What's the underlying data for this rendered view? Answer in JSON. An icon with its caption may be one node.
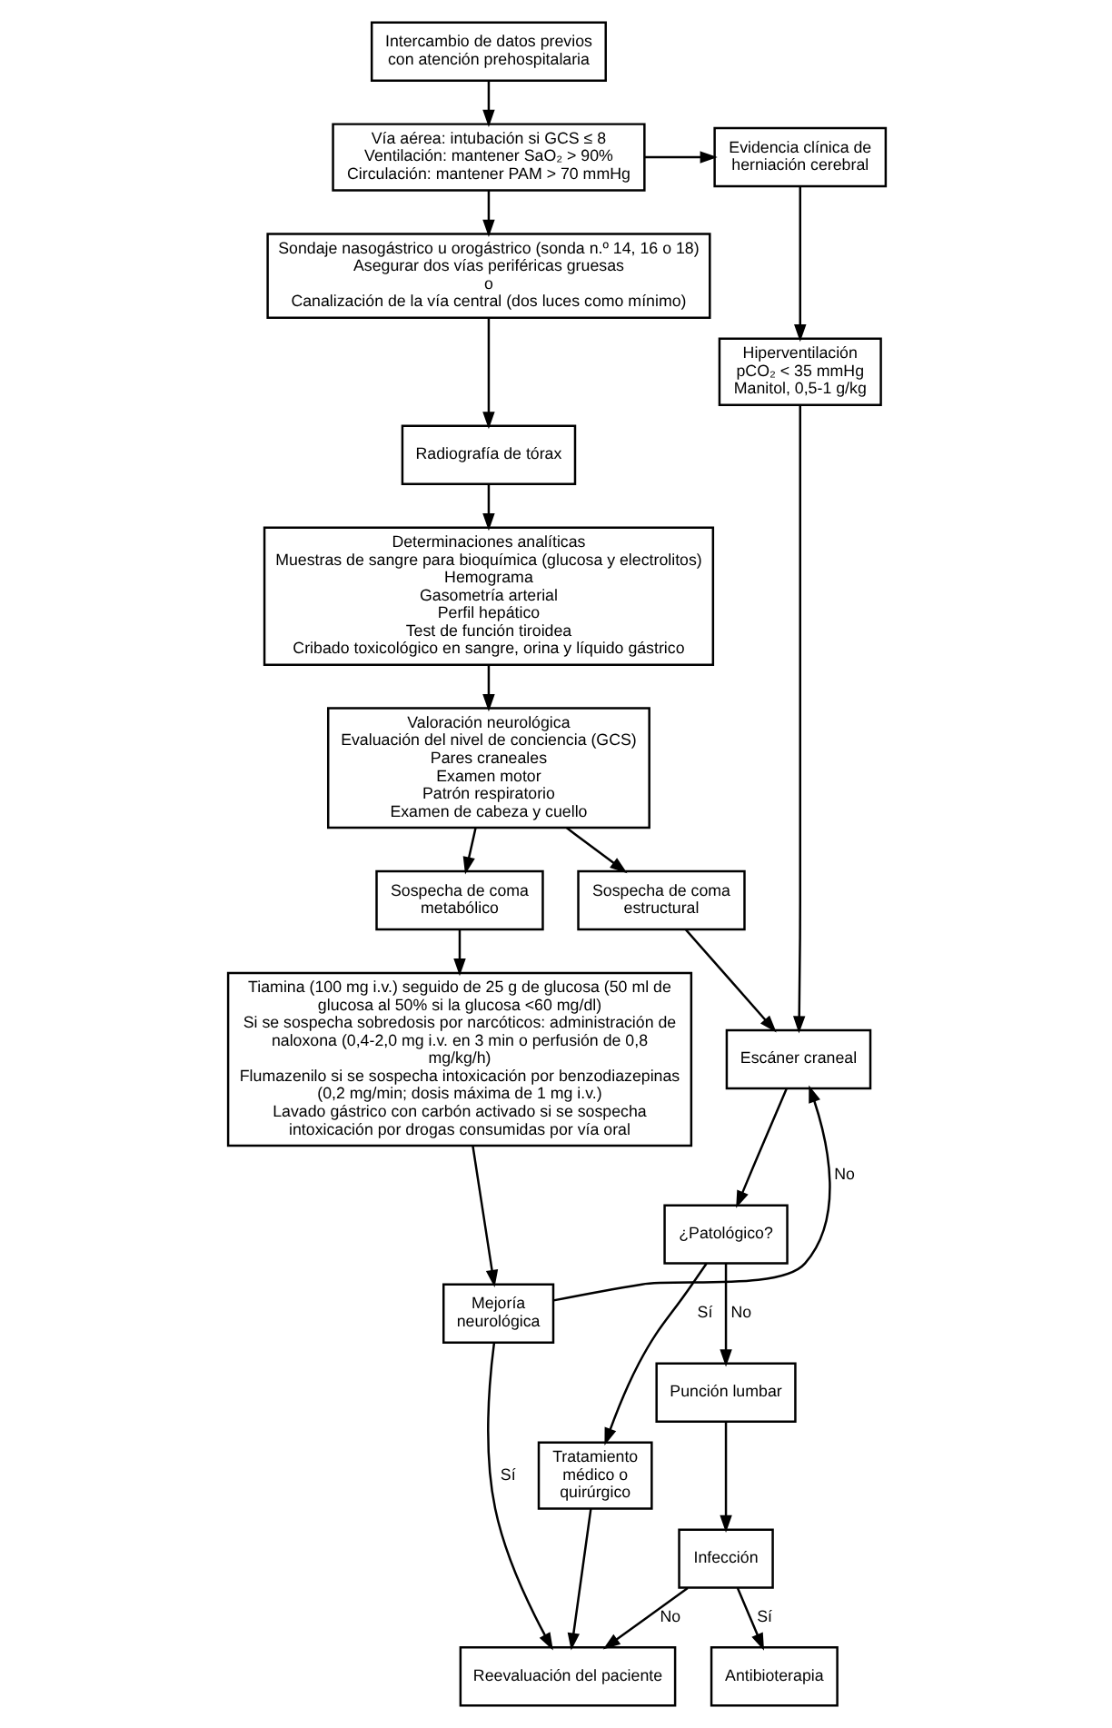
{
  "diagram": {
    "nodes": [
      {
        "text": [
          "Intercambio de datos previos con atención prehospitalaria"
        ]
      },
      {
        "text": [
          "Vía aérea: intubación si GCS ≤ 8",
          "Ventilación: mantener SaO₂ > 90%",
          "Circulación: mantener PAM > 70 mmHg"
        ]
      },
      {
        "text": [
          "Evidencia clínica de herniación cerebral"
        ]
      },
      {
        "text": [
          "Sondaje nasogástrico u orogástrico (sonda n.º 14, 16 o 18)",
          "Asegurar dos vías periféricas gruesas",
          "o",
          "Canalización de la vía central (dos luces como mínimo)"
        ]
      },
      {
        "text": [
          "Radiografía de tórax"
        ]
      },
      {
        "text": [
          "Hiperventilación",
          "pCO₂ < 35 mmHg",
          "Manitol, 0,5-1 g/kg"
        ]
      },
      {
        "text": [
          "Determinaciones analíticas",
          "Muestras de sangre para bioquímica (glucosa y electrolitos)",
          "Hemograma",
          "Gasometría arterial",
          "Perfil hepático",
          "Test de función tiroidea",
          "Cribado toxicológico en sangre, orina y líquido gástrico"
        ]
      },
      {
        "text": [
          "Valoración neurológica",
          "Evaluación del nivel de conciencia (GCS)",
          "Pares craneales",
          "Examen motor",
          "Patrón respiratorio",
          "Examen de cabeza y cuello"
        ]
      },
      {
        "text": [
          "Sospecha de coma metabólico"
        ]
      },
      {
        "text": [
          "Sospecha de coma estructural"
        ]
      },
      {
        "text": [
          "Tiamina (100 mg i.v.) seguido de 25 g de glucosa (50 ml de glucosa al 50% si la glucosa <60 mg/dl)",
          "Si se sospecha sobredosis por narcóticos: administración de naloxona (0,4-2,0 mg i.v. en 3 min o perfusión de 0,8 mg/kg/h)",
          "Flumazenilo si se sospecha intoxicación por benzodiazepinas (0,2 mg/min; dosis máxima de 1 mg i.v.)",
          "Lavado gástrico con carbón activado si se sospecha intoxicación por drogas consumidas por vía oral"
        ]
      },
      {
        "text": [
          "Escáner craneal"
        ]
      },
      {
        "text": [
          "¿Patológico?"
        ]
      },
      {
        "text": [
          "Tratamiento médico o quirúrgico"
        ]
      },
      {
        "text": [
          "Punción lumbar"
        ]
      },
      {
        "text": [
          "Mejoría neurológica"
        ]
      },
      {
        "text": [
          "Infección"
        ]
      },
      {
        "text": [
          "Reevaluación del paciente"
        ]
      },
      {
        "text": [
          "Antibioterapia"
        ]
      }
    ],
    "edges": [
      {
        "from": 0,
        "to": 1,
        "arrow": "to"
      },
      {
        "from": 1,
        "to": 2,
        "arrow": "to"
      },
      {
        "from": 1,
        "to": 3,
        "arrow": "to"
      },
      {
        "from": 3,
        "to": 4,
        "arrow": "to"
      },
      {
        "from": 4,
        "to": 6,
        "arrow": "to"
      },
      {
        "from": 6,
        "to": 7,
        "arrow": "to"
      },
      {
        "from": 2,
        "to": 5,
        "arrow": "to"
      },
      {
        "from": 7,
        "to": 8,
        "arrow": "to"
      },
      {
        "from": 7,
        "to": 9,
        "arrow": "to"
      },
      {
        "from": 5,
        "to": 11,
        "arrow": "to"
      },
      {
        "from": 9,
        "to": 11,
        "arrow": "to"
      },
      {
        "from": 8,
        "to": 10,
        "arrow": "to"
      },
      {
        "from": 10,
        "to": 15,
        "arrow": "to"
      },
      {
        "from": 11,
        "to": 12,
        "arrow": "to"
      },
      {
        "from": 12,
        "to": 13,
        "arrow": "to",
        "label": "Sí"
      },
      {
        "from": 12,
        "to": 14,
        "arrow": "to",
        "label": "No"
      },
      {
        "from": 14,
        "to": 16,
        "arrow": "to"
      },
      {
        "from": 15,
        "to": 11,
        "arrow": "to",
        "label": "No"
      },
      {
        "from": 15,
        "to": 17,
        "arrow": "to",
        "label": "Sí"
      },
      {
        "from": 13,
        "to": 17,
        "arrow": "to"
      },
      {
        "from": 16,
        "to": 17,
        "arrow": "to",
        "label": "No"
      },
      {
        "from": 16,
        "to": 18,
        "arrow": "to",
        "label": "Sí"
      }
    ]
  }
}
